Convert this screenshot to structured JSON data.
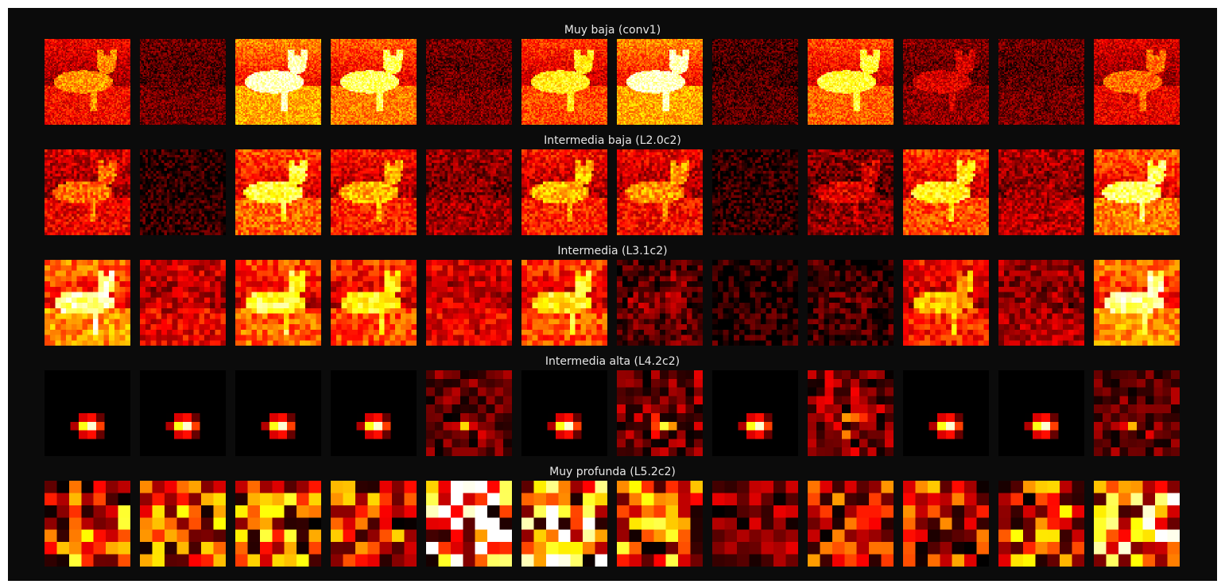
{
  "figure": {
    "rows": [
      {
        "title": "Muy baja (conv1)",
        "grid": 64,
        "kind": "cat",
        "levels": [
          0.55,
          0.45,
          0.9,
          0.8,
          0.5,
          0.7,
          0.9,
          0.35,
          0.75,
          0.3,
          0.45,
          0.5
        ]
      },
      {
        "title": "Intermedia baja (L2.0c2)",
        "grid": 32,
        "kind": "cat",
        "levels": [
          0.5,
          0.2,
          0.75,
          0.6,
          0.65,
          0.6,
          0.55,
          0.2,
          0.3,
          0.7,
          0.75,
          0.8
        ]
      },
      {
        "title": "Intermedia (L3.1c2)",
        "grid": 16,
        "kind": "cat",
        "levels": [
          0.85,
          0.95,
          0.75,
          0.7,
          0.98,
          0.7,
          0.2,
          0.15,
          0.12,
          0.6,
          0.7,
          0.85
        ]
      },
      {
        "title": "Intermedia alta (L4.2c2)",
        "grid": 10,
        "kind": "blob",
        "levels": [
          0.3,
          0.3,
          0.35,
          0.3,
          0.55,
          0.3,
          0.7,
          0.3,
          0.75,
          0.3,
          0.3,
          0.55
        ]
      },
      {
        "title": "Muy profunda (L5.2c2)",
        "grid": 7,
        "kind": "coarse",
        "levels": [
          0.6,
          0.55,
          0.6,
          0.5,
          0.95,
          0.9,
          0.6,
          0.25,
          0.45,
          0.5,
          0.55,
          0.75
        ]
      }
    ],
    "colormap": "hot",
    "background_color": "#0b0b0b",
    "title_color": "#e6e6e6"
  }
}
